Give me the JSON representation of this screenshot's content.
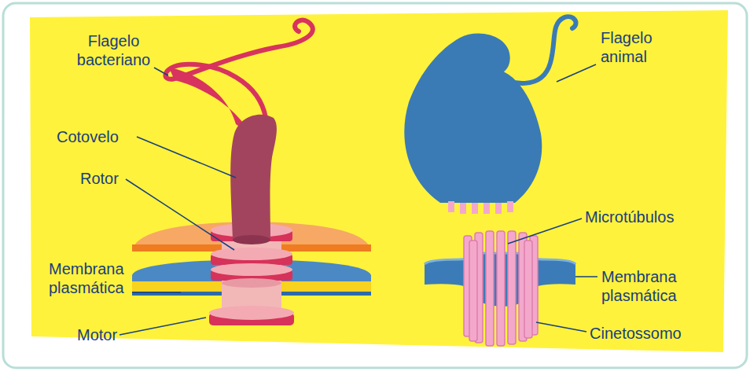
{
  "diagram": {
    "labels": [
      "Flagelo bacteriano",
      "Cotovelo",
      "Rotor",
      "Membrana plasmática",
      "Motor",
      "Flagelo animal",
      "Microtúbulos",
      "Membrana plasmática",
      "Cinetossomo"
    ]
  }
}
